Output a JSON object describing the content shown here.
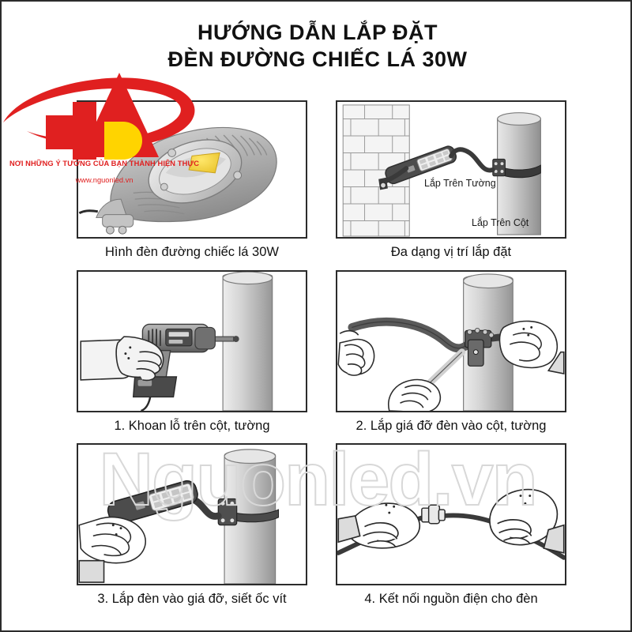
{
  "document": {
    "title_line_1": "HƯỚNG DẪN LẮP ĐẶT",
    "title_line_2": "ĐÈN ĐƯỜNG CHIẾC LÁ 30W",
    "watermark": "Nguonled.vn",
    "border_color": "#2b2b2b",
    "background_color": "#ffffff"
  },
  "logo": {
    "brand_mark": "nguonled-logo",
    "tagline": "NƠI NHỮNG Ý TƯỞNG CỦA BẠN THÀNH HIỆN THỰC",
    "url": "www.nguonled.vn",
    "red": "#e02020",
    "yellow": "#ffd400"
  },
  "panels": [
    {
      "id": "panel-product",
      "art": "led-street-light-product",
      "caption": "Hình đèn đường chiếc lá 30W",
      "labels": []
    },
    {
      "id": "panel-mount-positions",
      "art": "wall-and-pole-mount",
      "caption": "Đa dạng vị trí lắp đặt",
      "labels": [
        {
          "name": "wall-mount-label",
          "text": "Lắp Trên Tường"
        },
        {
          "name": "pole-mount-label",
          "text": "Lắp Trên Cột"
        }
      ]
    },
    {
      "id": "panel-step-1",
      "art": "drill-hole-in-pole",
      "caption": "1. Khoan lỗ trên cột, tường",
      "labels": []
    },
    {
      "id": "panel-step-2",
      "art": "attach-bracket-to-pole",
      "caption": "2. Lắp giá đỡ đèn vào cột, tường",
      "labels": []
    },
    {
      "id": "panel-step-3",
      "art": "mount-lamp-on-bracket",
      "caption": "3. Lắp đèn vào giá đỡ, siết ốc vít",
      "labels": []
    },
    {
      "id": "panel-step-4",
      "art": "connect-power-cable",
      "caption": "4. Kết nối nguồn điện cho đèn",
      "labels": []
    }
  ]
}
